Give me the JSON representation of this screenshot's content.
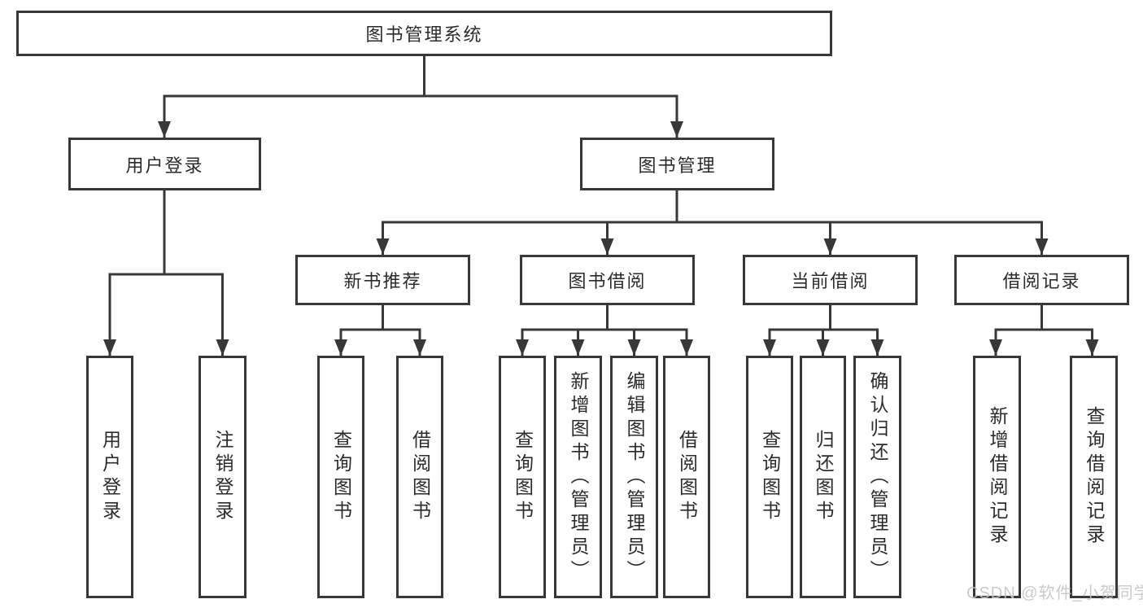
{
  "root": {
    "label": "图书管理系统"
  },
  "level2": [
    {
      "label": "用户登录"
    },
    {
      "label": "图书管理"
    }
  ],
  "level3": [
    {
      "label": "新书推荐"
    },
    {
      "label": "图书借阅"
    },
    {
      "label": "当前借阅"
    },
    {
      "label": "借阅记录"
    }
  ],
  "leaves": [
    {
      "label": "用户登录"
    },
    {
      "label": "注销登录"
    },
    {
      "label": "查询图书"
    },
    {
      "label": "借阅图书"
    },
    {
      "label": "查询图书"
    },
    {
      "label": "新增图书（管理员）"
    },
    {
      "label": "编辑图书（管理员）"
    },
    {
      "label": "借阅图书"
    },
    {
      "label": "查询图书"
    },
    {
      "label": "归还图书"
    },
    {
      "label": "确认归还（管理员）"
    },
    {
      "label": "新增借阅记录"
    },
    {
      "label": "查询借阅记录"
    }
  ],
  "watermark": "CSDN @软件_小贺同学",
  "colors": {
    "line": "#383838",
    "text": "#2b2b2b",
    "box_background": "#ffffff",
    "watermark": "#c5c5c5"
  }
}
